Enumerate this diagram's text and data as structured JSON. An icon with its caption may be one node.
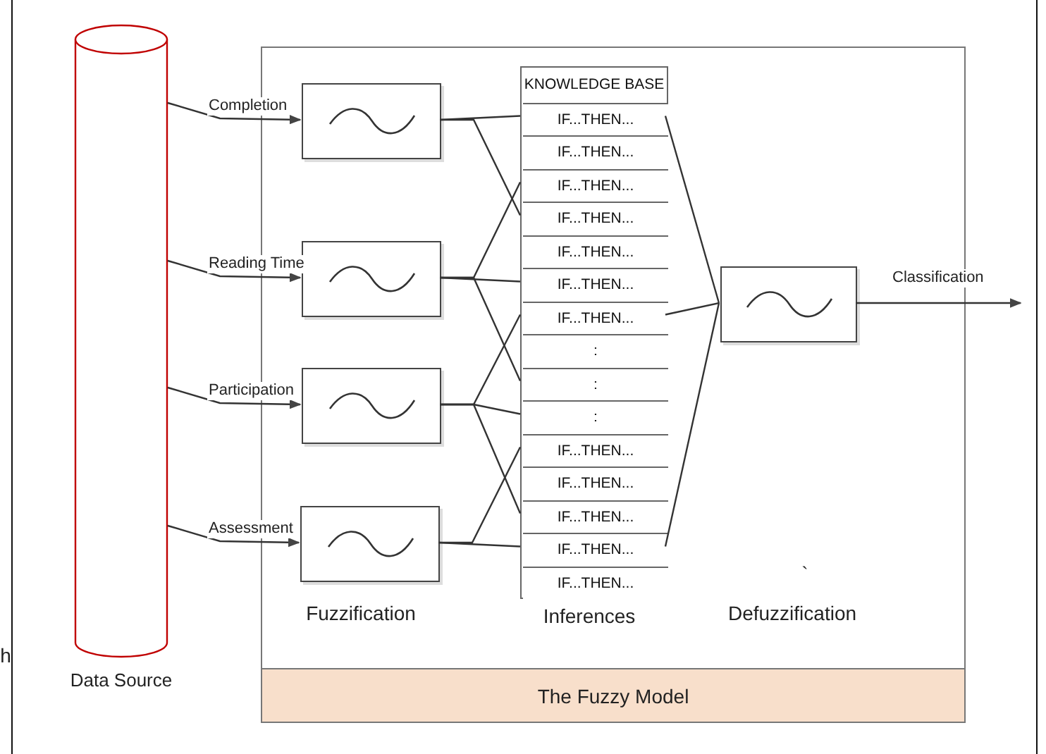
{
  "diagram": {
    "nodes": [
      {
        "text": [
          "The Fuzzy Model"
        ]
      },
      {
        "text": [
          "Data Source"
        ]
      },
      {
        "text": [],
        "shape": "box",
        "in": 0
      },
      {
        "text": [],
        "shape": "box",
        "in": 0
      },
      {
        "text": [],
        "shape": "box",
        "in": 0
      },
      {
        "text": [],
        "shape": "box",
        "in": 0
      },
      {
        "text": [
          "KNOWLEDGE BASE"
        ],
        "in": 0
      },
      {
        "text": [
          "IF...THEN..."
        ],
        "in": 6
      },
      {
        "text": [
          "IF...THEN..."
        ],
        "in": 6
      },
      {
        "text": [
          "IF...THEN..."
        ],
        "in": 6
      },
      {
        "text": [
          "IF...THEN..."
        ],
        "in": 6
      },
      {
        "text": [
          "IF...THEN..."
        ],
        "in": 6
      },
      {
        "text": [
          "IF...THEN..."
        ],
        "in": 6
      },
      {
        "text": [
          "IF...THEN..."
        ],
        "in": 6
      },
      {
        "text": [
          ":"
        ],
        "in": 6
      },
      {
        "text": [
          ":"
        ],
        "in": 6
      },
      {
        "text": [
          ":"
        ],
        "in": 6
      },
      {
        "text": [
          "IF...THEN..."
        ],
        "in": 6
      },
      {
        "text": [
          "IF...THEN..."
        ],
        "in": 6
      },
      {
        "text": [
          "IF...THEN..."
        ],
        "in": 6
      },
      {
        "text": [
          "IF...THEN..."
        ],
        "in": 6
      },
      {
        "text": [
          "IF...THEN..."
        ],
        "in": 6
      },
      {
        "text": [],
        "shape": "box",
        "in": 0
      }
    ],
    "edges": [
      {
        "from": 1,
        "to": 2,
        "arrow": "to",
        "label": "Completion"
      },
      {
        "from": 1,
        "to": 3,
        "arrow": "to",
        "label": "Reading Time"
      },
      {
        "from": 1,
        "to": 4,
        "arrow": "to",
        "label": "Participation"
      },
      {
        "from": 1,
        "to": 5,
        "arrow": "to",
        "label": "Assessment"
      },
      {
        "from": 2,
        "to": 7,
        "arrow": "none"
      },
      {
        "from": 2,
        "to": 10,
        "arrow": "none"
      },
      {
        "from": 3,
        "to": 9,
        "arrow": "none"
      },
      {
        "from": 3,
        "to": 12,
        "arrow": "none"
      },
      {
        "from": 3,
        "to": 15,
        "arrow": "none"
      },
      {
        "from": 4,
        "to": 13,
        "arrow": "none"
      },
      {
        "from": 4,
        "to": 16,
        "arrow": "none"
      },
      {
        "from": 4,
        "to": 19,
        "arrow": "none"
      },
      {
        "from": 5,
        "to": 17,
        "arrow": "none"
      },
      {
        "from": 5,
        "to": 20,
        "arrow": "none"
      },
      {
        "from": 7,
        "to": 22,
        "arrow": "none"
      },
      {
        "from": 13,
        "to": 22,
        "arrow": "none"
      },
      {
        "from": 20,
        "to": 22,
        "arrow": "none"
      },
      {
        "from": 22,
        "to": null,
        "arrow": "to",
        "label": "Classification"
      }
    ],
    "labels": [
      "Fuzzification",
      "Inferences",
      "Defuzzification",
      "`",
      "h"
    ]
  }
}
